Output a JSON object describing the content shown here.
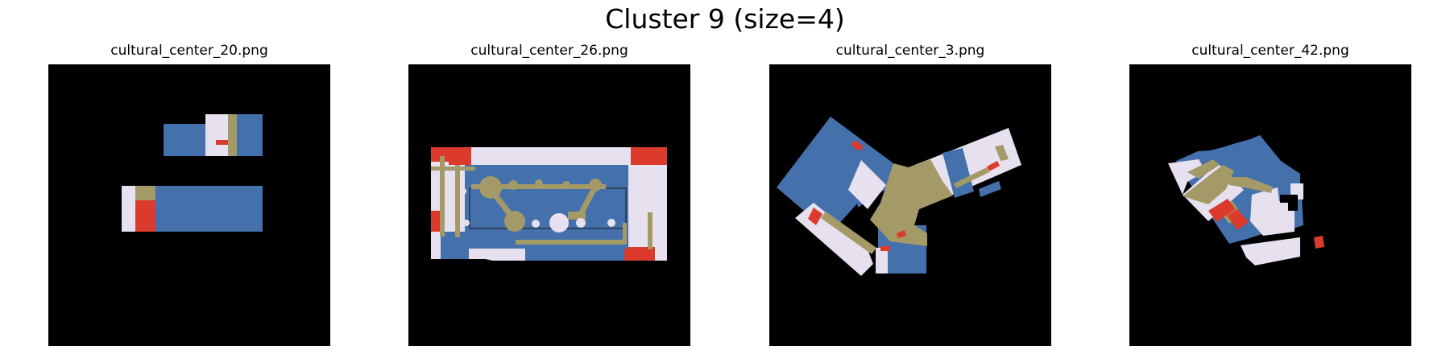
{
  "figure": {
    "title": "Cluster 9 (size=4)"
  },
  "panels": [
    {
      "title": "cultural_center_20.png"
    },
    {
      "title": "cultural_center_26.png"
    },
    {
      "title": "cultural_center_3.png"
    },
    {
      "title": "cultural_center_42.png"
    }
  ],
  "colors": {
    "background": "#000000",
    "blue_room": "#4470ab",
    "lavender_room": "#e7e0ef",
    "olive_corridor": "#a49a67",
    "red_room": "#db3a2c"
  }
}
